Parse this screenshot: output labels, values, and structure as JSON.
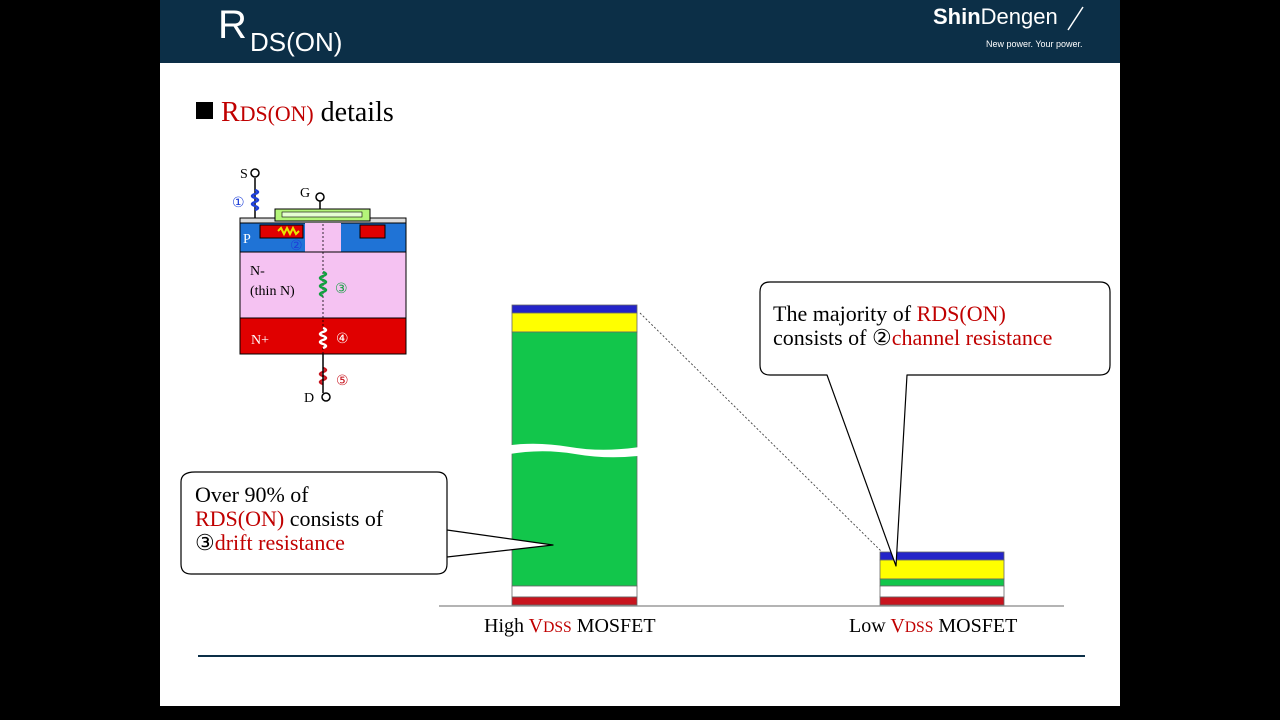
{
  "header": {
    "title_main": "R",
    "title_sub": "DS(ON)",
    "logo": {
      "bold": "Shin",
      "regular": "Dengen",
      "tagline": "New power. Your power."
    }
  },
  "heading": {
    "prefix": "R",
    "suffix_red": "DS(ON)",
    "rest": "details"
  },
  "mosfet": {
    "terminal_s": "S",
    "terminal_g": "G",
    "terminal_d": "D",
    "label_p": "P",
    "label_nminus": "N-",
    "label_thin": "(thin N)",
    "label_nplus": "N+",
    "markers": [
      "①",
      "②",
      "③",
      "④",
      "⑤"
    ]
  },
  "callouts": {
    "drift": {
      "line1": "Over 90% of",
      "line2_red": "RDS(ON)",
      "line2_rest": " consists of",
      "line3_num": "③",
      "line3_red": "drift resistance"
    },
    "channel": {
      "line1_a": "The majority of ",
      "line1_red": "RDS(ON)",
      "line2_a": "consists of ",
      "line2_num": "②",
      "line2_red": "channel resistance"
    }
  },
  "bars": {
    "high": {
      "label_a": "High ",
      "label_v": "V",
      "label_sub": "DSS",
      "label_b": " MOSFET"
    },
    "low": {
      "label_a": "Low ",
      "label_v": "V",
      "label_sub": "DSS",
      "label_b": " MOSFET"
    }
  },
  "colors": {
    "header": "#0c2f47",
    "accent_red": "#c00000",
    "segment_1": "#2424c8",
    "segment_2": "#ffff00",
    "segment_3": "#12c64b",
    "segment_4": "#ffffff",
    "segment_5": "#c8141e",
    "p_region": "#1f73d6",
    "n_minus": "#f5c2f2",
    "n_plus": "#e00000"
  }
}
